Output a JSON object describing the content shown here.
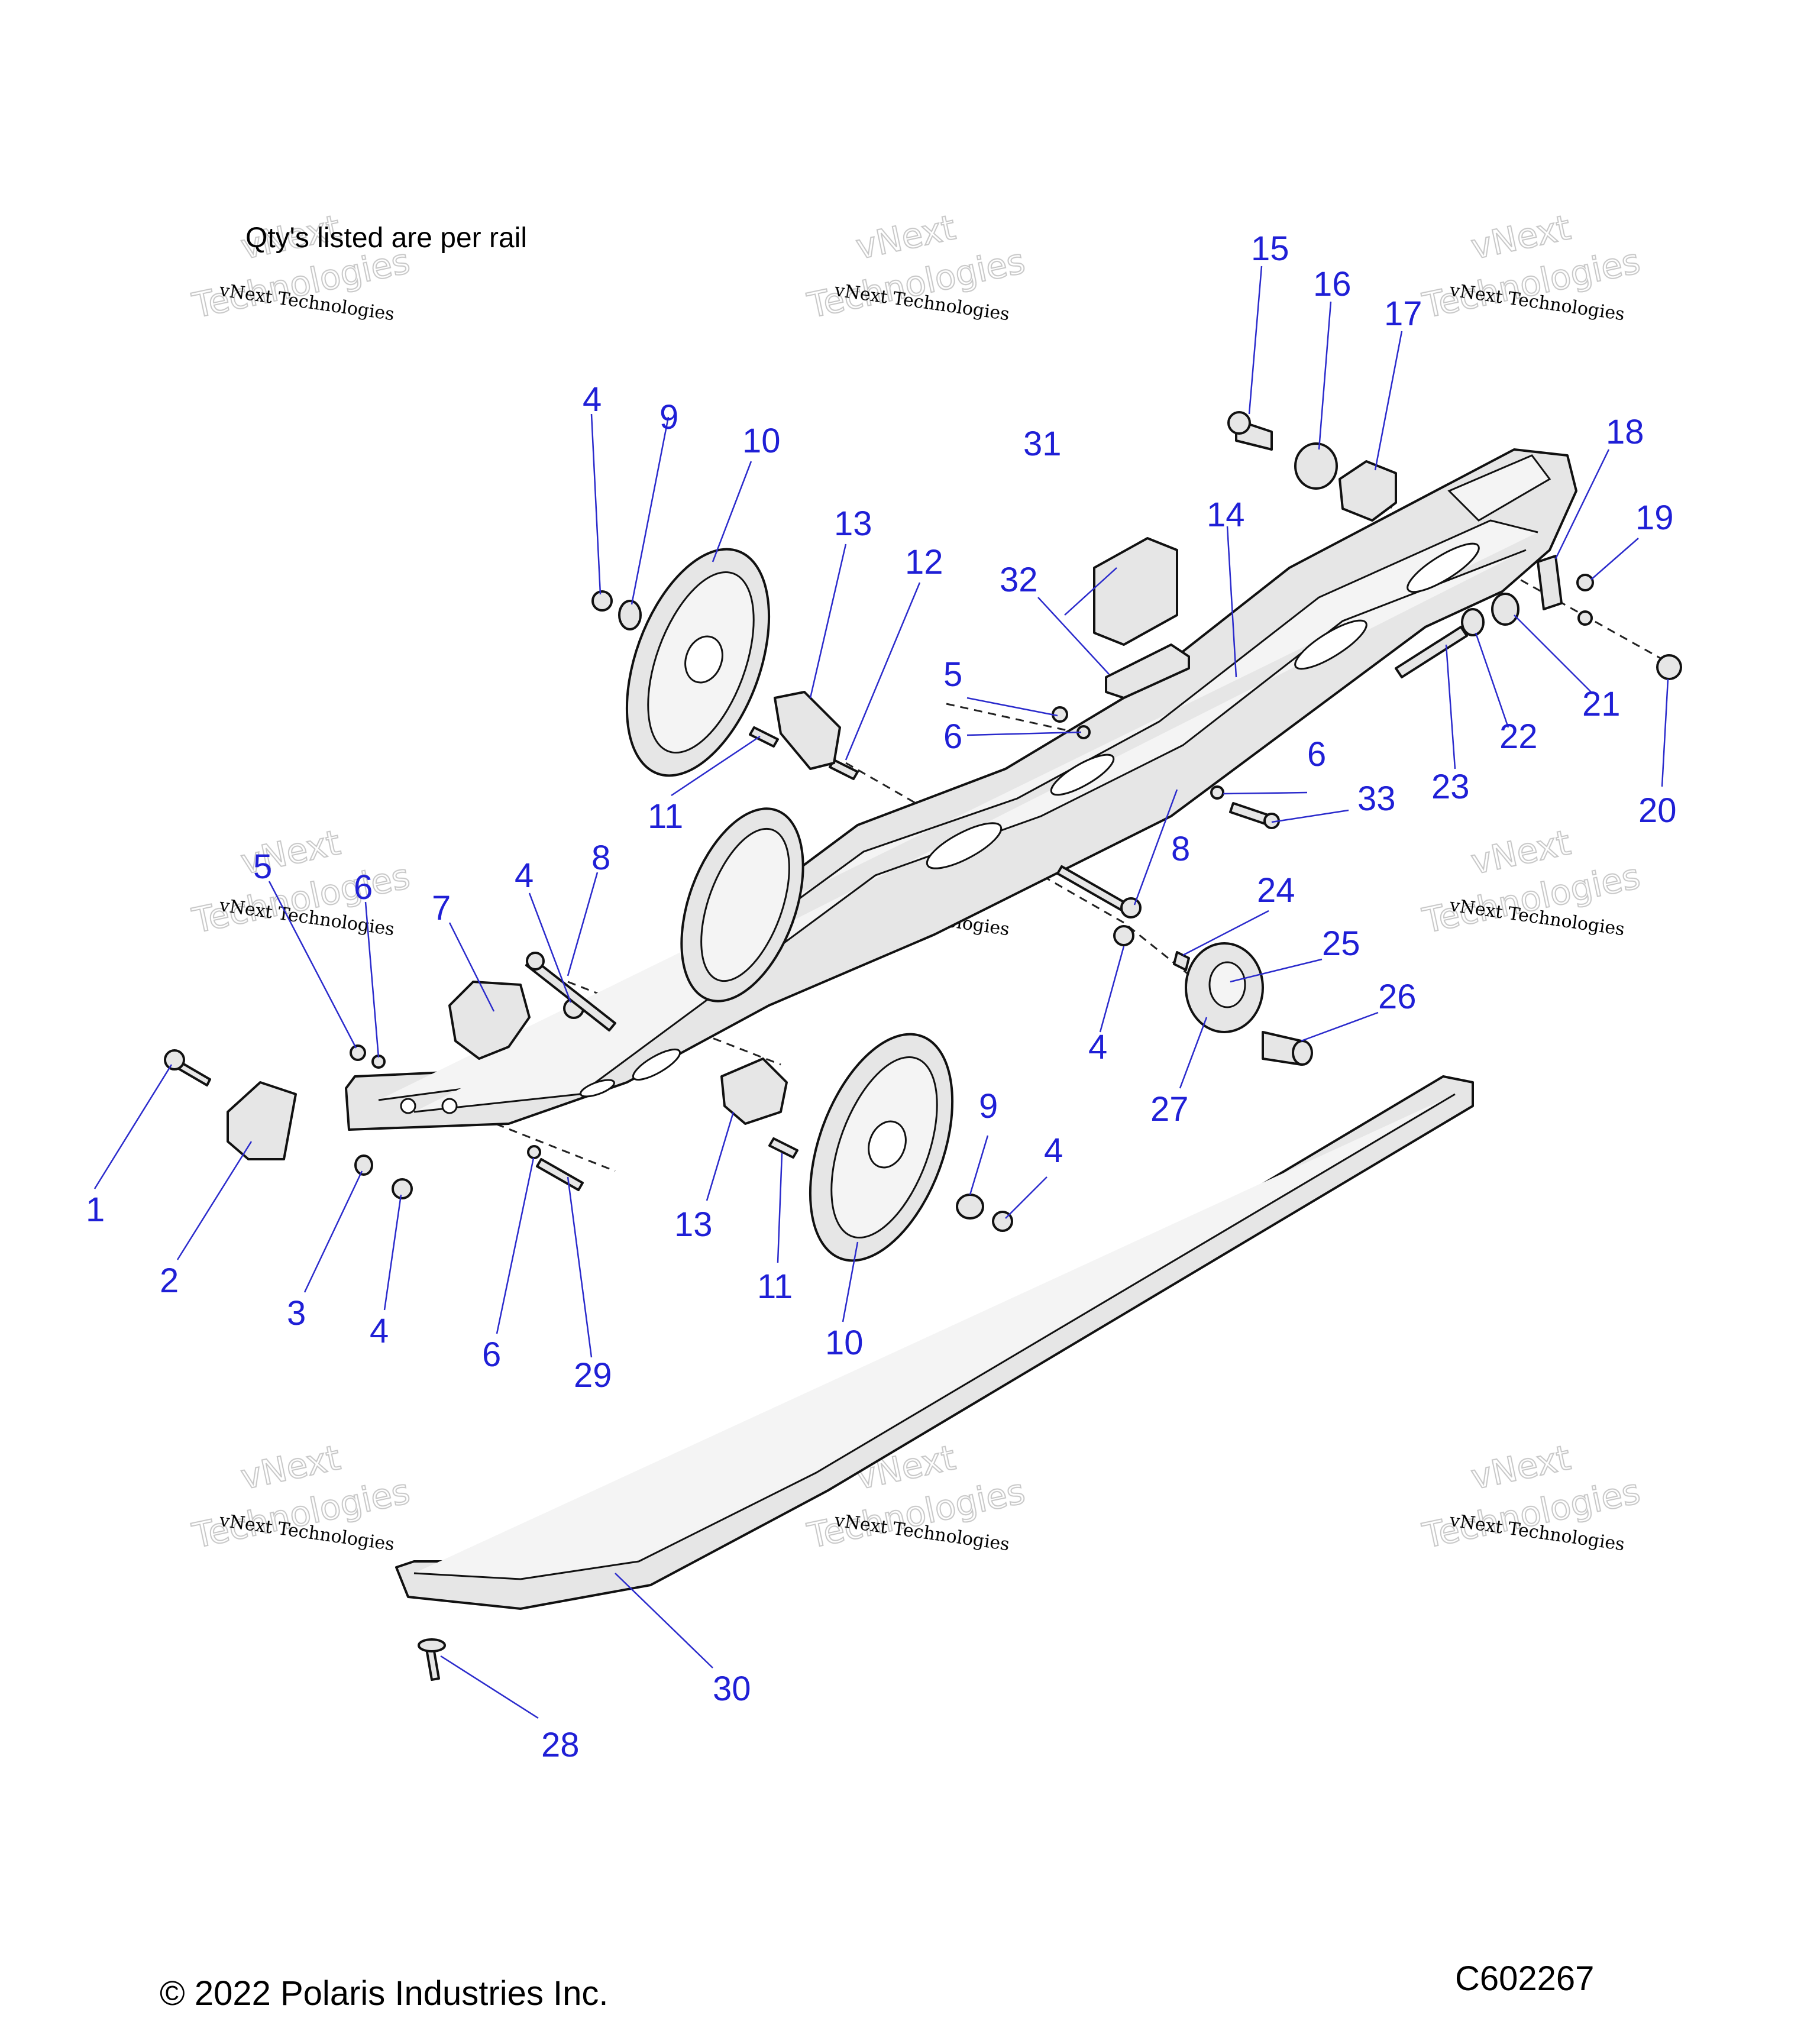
{
  "note": "Qty's listed are per rail",
  "copyright": "© 2022 Polaris Industries Inc.",
  "figure_code": "C602267",
  "watermark": {
    "line_small": "vNext Technologies",
    "line_big_1": "vNext",
    "line_big_2": "Technologies"
  },
  "callouts": [
    "1",
    "2",
    "3",
    "4",
    "4",
    "4",
    "4",
    "4",
    "5",
    "5",
    "6",
    "6",
    "6",
    "6",
    "7",
    "8",
    "8",
    "9",
    "9",
    "10",
    "10",
    "11",
    "11",
    "12",
    "13",
    "13",
    "14",
    "15",
    "16",
    "17",
    "18",
    "19",
    "20",
    "21",
    "22",
    "23",
    "24",
    "25",
    "26",
    "27",
    "28",
    "29",
    "30",
    "31",
    "32",
    "33"
  ]
}
